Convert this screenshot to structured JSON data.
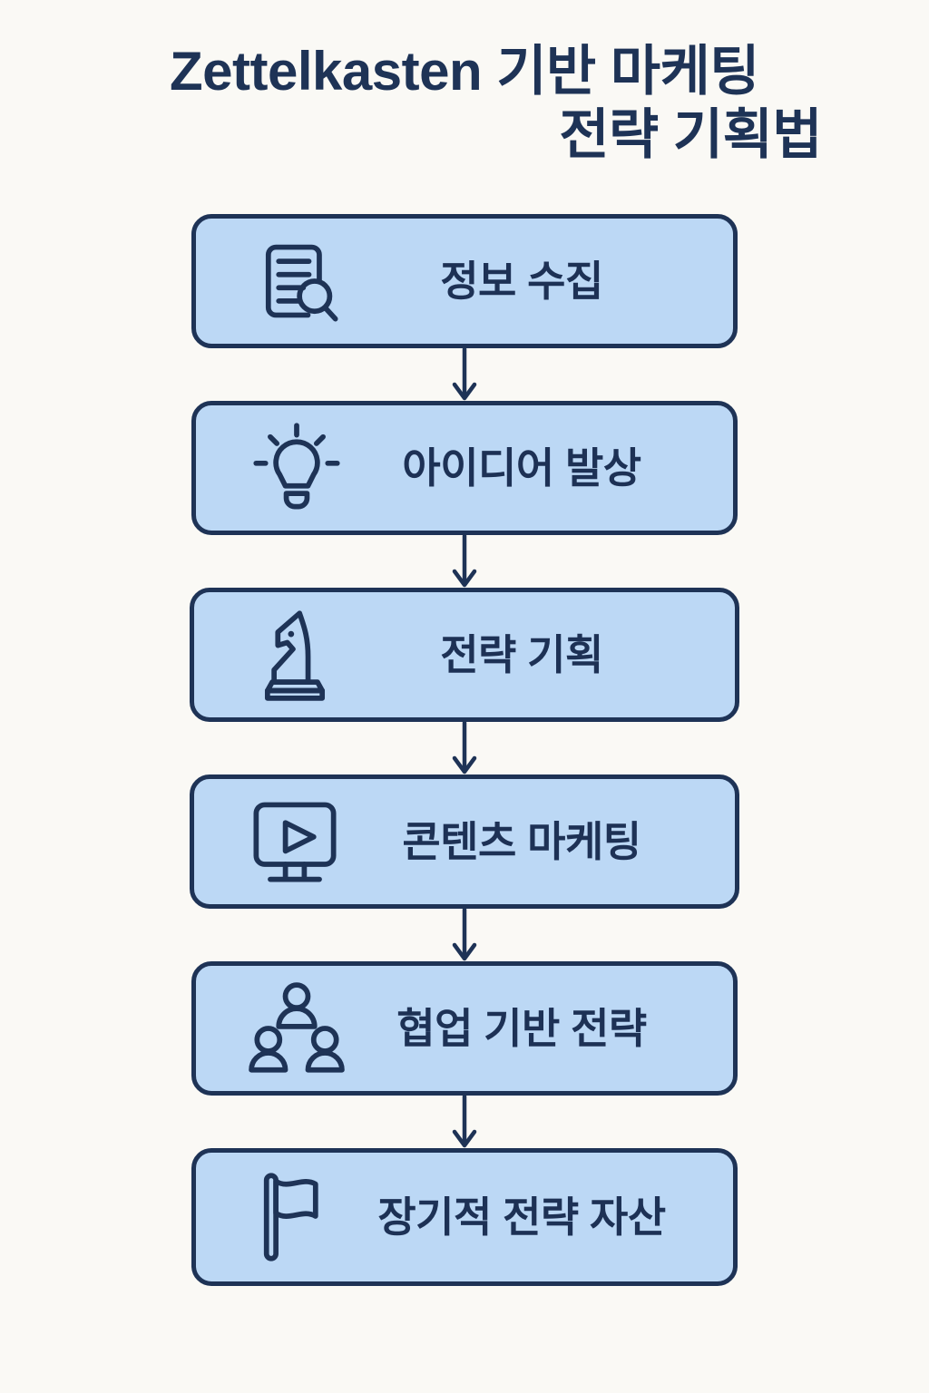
{
  "document": {
    "title_line_1": "Zettelkasten 기반 마케팅",
    "title_line_2": "전략 기획법",
    "background_color": "#faf9f5",
    "accent_color": "#1e3356",
    "card_fill_color": "#bcd8f5",
    "card_border_color": "#1e3356",
    "text_color": "#1d3155"
  },
  "flow": {
    "type": "vertical-flowchart",
    "connector_icon": "down-arrow-icon",
    "steps": [
      {
        "index": 1,
        "label": "정보 수집",
        "icon": "document-search-icon"
      },
      {
        "index": 2,
        "label": "아이디어 발상",
        "icon": "lightbulb-icon"
      },
      {
        "index": 3,
        "label": "전략 기획",
        "icon": "chess-knight-icon"
      },
      {
        "index": 4,
        "label": "콘텐츠 마케팅",
        "icon": "monitor-play-icon"
      },
      {
        "index": 5,
        "label": "협업 기반 전략",
        "icon": "people-group-icon"
      },
      {
        "index": 6,
        "label": "장기적 전략 자산",
        "icon": "flag-icon"
      }
    ]
  }
}
